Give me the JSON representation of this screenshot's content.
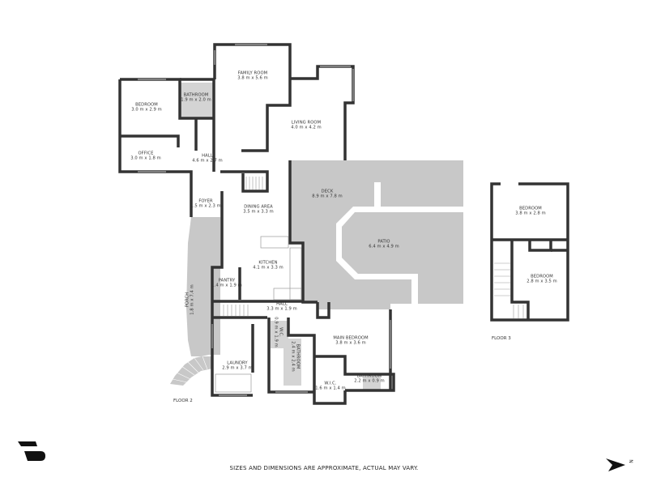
{
  "floor2": {
    "label": "FLOOR 2",
    "rooms": [
      {
        "name": "FAMILY ROOM",
        "dims": "3.8 m x 5.6 m"
      },
      {
        "name": "BATHROOM",
        "dims": "1.9 m x 2.0 m"
      },
      {
        "name": "BEDROOM",
        "dims": "3.0 m x 2.9 m"
      },
      {
        "name": "LIVING ROOM",
        "dims": "4.0 m x 4.2 m"
      },
      {
        "name": "OFFICE",
        "dims": "3.0 m x 1.8 m"
      },
      {
        "name": "HALL",
        "dims": "4.6 m x 2.7 m"
      },
      {
        "name": "DECK",
        "dims": "8.9 m x 7.8 m"
      },
      {
        "name": "FOYER",
        "dims": "1.5 m x 2.3 m"
      },
      {
        "name": "DINING AREA",
        "dims": "3.5 m x 3.3 m"
      },
      {
        "name": "PATIO",
        "dims": "6.4 m x 4.9 m"
      },
      {
        "name": "KITCHEN",
        "dims": "4.1 m x 3.3 m"
      },
      {
        "name": "PANTRY",
        "dims": "1.4 m x 1.9 m"
      },
      {
        "name": "PORCH",
        "dims": "1.8 m x 7.4 m"
      },
      {
        "name": "HALL",
        "dims": "3.3 m x 1.9 m"
      },
      {
        "name": "MAIN BEDROOM",
        "dims": "3.8 m x 3.6 m"
      },
      {
        "name": "W.C.",
        "dims": "0.9 m x 1.9 m"
      },
      {
        "name": "BATHROOM",
        "dims": "2.4 m x 2.4 m"
      },
      {
        "name": "LAUNDRY",
        "dims": "2.9 m x 3.7 m"
      },
      {
        "name": "BATHROOM",
        "dims": "2.2 m x 0.9 m"
      },
      {
        "name": "W.I.C.",
        "dims": "1.6 m x 1.4 m"
      }
    ]
  },
  "floor3": {
    "label": "FLOOR 3",
    "rooms": [
      {
        "name": "BEDROOM",
        "dims": "3.8 m x 2.8 m"
      },
      {
        "name": "BEDROOM",
        "dims": "2.8 m x 3.5 m"
      }
    ]
  },
  "disclaimer": "SIZES AND DIMENSIONS ARE APPROXIMATE, ACTUAL MAY VARY.",
  "compass": {
    "label": "N",
    "icon": "north-arrow-icon"
  },
  "logo": {
    "icon": "brand-logo-icon"
  },
  "colors": {
    "wall": "#333333",
    "outdoor": "#c8c8c8",
    "wet_area": "#d4d4d4",
    "window": "#bbbbbb"
  }
}
